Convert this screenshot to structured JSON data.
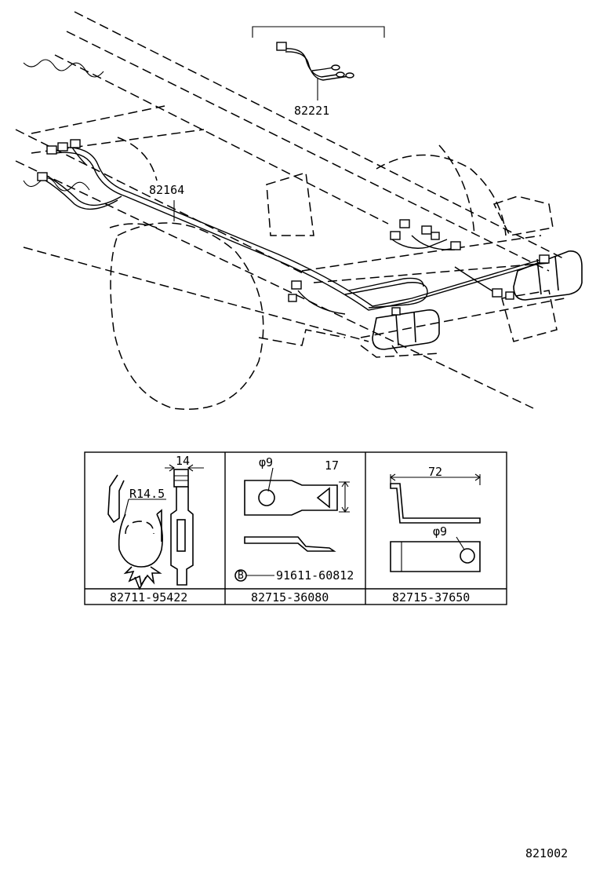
{
  "callouts": {
    "sub_harness": "82221",
    "main_harness": "82164",
    "diagram_code": "821002"
  },
  "parts": [
    {
      "part_number": "82711-95422",
      "dims": [
        "14",
        "R14.5"
      ]
    },
    {
      "part_number": "82715-36080",
      "dims": [
        "φ9",
        "17"
      ],
      "bolt_marker": "B",
      "bolt_part": "91611-60812"
    },
    {
      "part_number": "82715-37650",
      "dims": [
        "72",
        "φ9"
      ]
    }
  ]
}
